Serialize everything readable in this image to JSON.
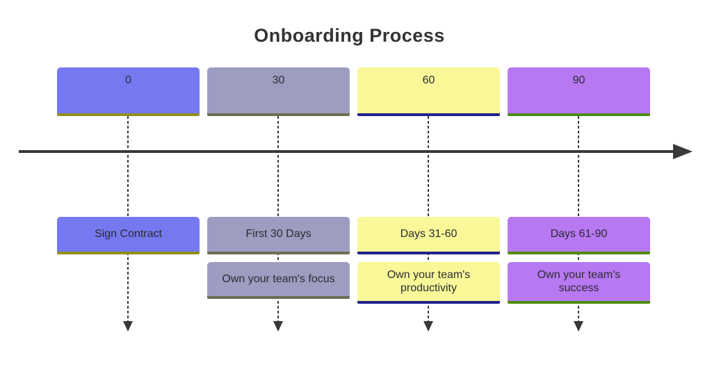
{
  "title": "Onboarding Process",
  "columns": [
    {
      "period": "0",
      "events": [
        "Sign Contract"
      ],
      "fill": "#7678f0",
      "accent": "#91901d"
    },
    {
      "period": "30",
      "events": [
        "First 30 Days",
        "Own your team's focus"
      ],
      "fill": "#9d9dc2",
      "accent": "#6d6d53"
    },
    {
      "period": "60",
      "events": [
        "Days 31-60",
        "Own your team's productivity"
      ],
      "fill": "#f8f898",
      "accent": "#21218c"
    },
    {
      "period": "90",
      "events": [
        "Days 61-90",
        "Own your team's success"
      ],
      "fill": "#b778f2",
      "accent": "#4e8c10"
    }
  ],
  "colors": {
    "text": "#333333",
    "axis": "#39393b",
    "background": "#ffffff"
  }
}
